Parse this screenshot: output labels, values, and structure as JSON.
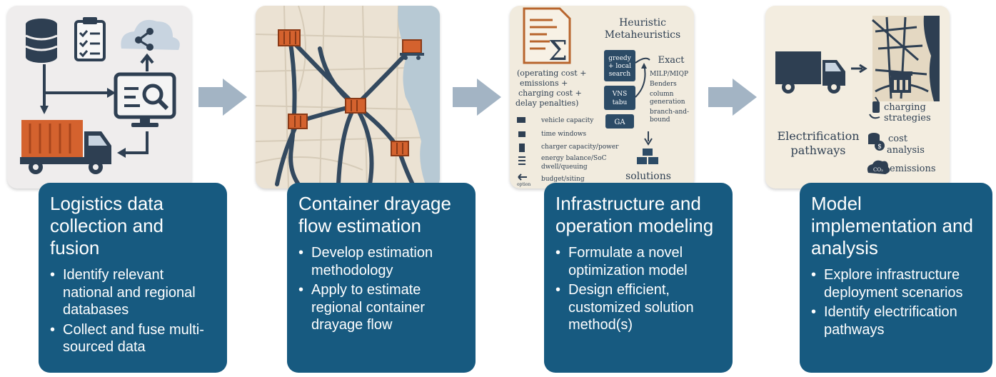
{
  "stages": [
    {
      "title": "Logistics data collection and fusion",
      "bullets": [
        "Identify relevant national and regional databases",
        "Collect and fuse multi-sourced data"
      ],
      "icons": [
        "database-icon",
        "checklist-icon",
        "cloud-share-icon",
        "monitor-search-icon",
        "container-truck-icon"
      ]
    },
    {
      "title": "Container drayage flow estimation",
      "bullets": [
        "Develop estimation methodology",
        "Apply to estimate regional container drayage flow"
      ],
      "icons": [
        "map-icon",
        "container-icon",
        "rail-container-icon"
      ]
    },
    {
      "title": "Infrastructure and operation modeling",
      "bullets": [
        "Formulate a novel optimization model",
        "Design efficient, customized solution method(s)"
      ],
      "illustration": {
        "objective": "(operating cost + emissions + charging cost + delay penalties)",
        "heuristic_title": "Heuristic Metaheuristics",
        "exact_title": "Exact",
        "heuristic_boxes": [
          "greedy + local search",
          "VNS tabu",
          "GA"
        ],
        "exact_methods": [
          "MILP/MIQP",
          "Benders",
          "column generation",
          "branch-and-bound"
        ],
        "constraints": [
          "vehicle capacity",
          "time windows",
          "charger capacity/power",
          "energy balance/SoC",
          "dwell/queuing",
          "budget/siting"
        ],
        "option_label": "option",
        "solutions_label": "solutions"
      }
    },
    {
      "title": "Model implementation and analysis",
      "bullets": [
        "Explore infrastructure deployment scenarios",
        "Identify electrification pathways"
      ],
      "illustration": {
        "pathways_label": "Electrification pathways",
        "items": [
          "charging strategies",
          "cost analysis",
          "emissions"
        ],
        "cost_symbol": "$",
        "co2_symbol": "CO₂"
      }
    }
  ],
  "colors": {
    "card_blue": "#175a80",
    "arrow_gray": "#a3b4c4",
    "container_orange": "#d4622e",
    "navy": "#2e3f52"
  }
}
